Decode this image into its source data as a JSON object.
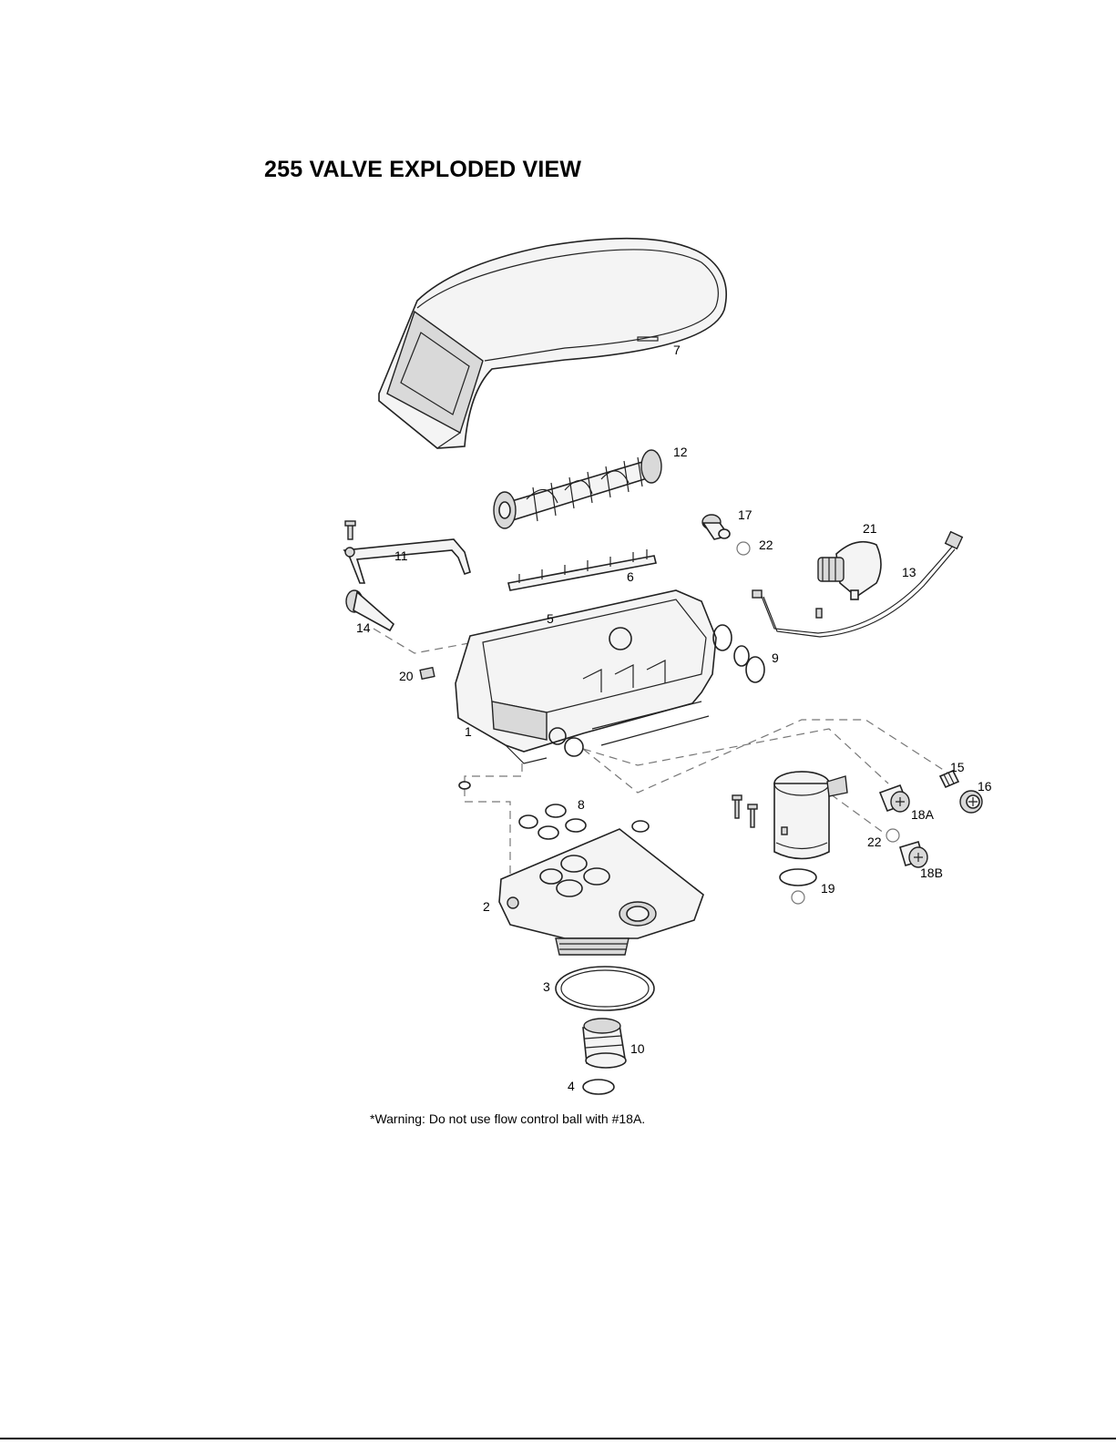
{
  "title": "255 VALVE EXPLODED VIEW",
  "warning": "*Warning: Do not use flow control ball with #18A.",
  "labels": {
    "l1": "1",
    "l2": "2",
    "l3": "3",
    "l4": "4",
    "l5": "5",
    "l6": "6",
    "l7": "7",
    "l8": "8",
    "l9": "9",
    "l10": "10",
    "l11": "11",
    "l12": "12",
    "l13": "13",
    "l14": "14",
    "l15": "15",
    "l16": "16",
    "l17": "17",
    "l18a": "18A",
    "l18b": "18B",
    "l19": "19",
    "l20": "20",
    "l21": "21",
    "l22a": "22",
    "l22b": "22"
  }
}
